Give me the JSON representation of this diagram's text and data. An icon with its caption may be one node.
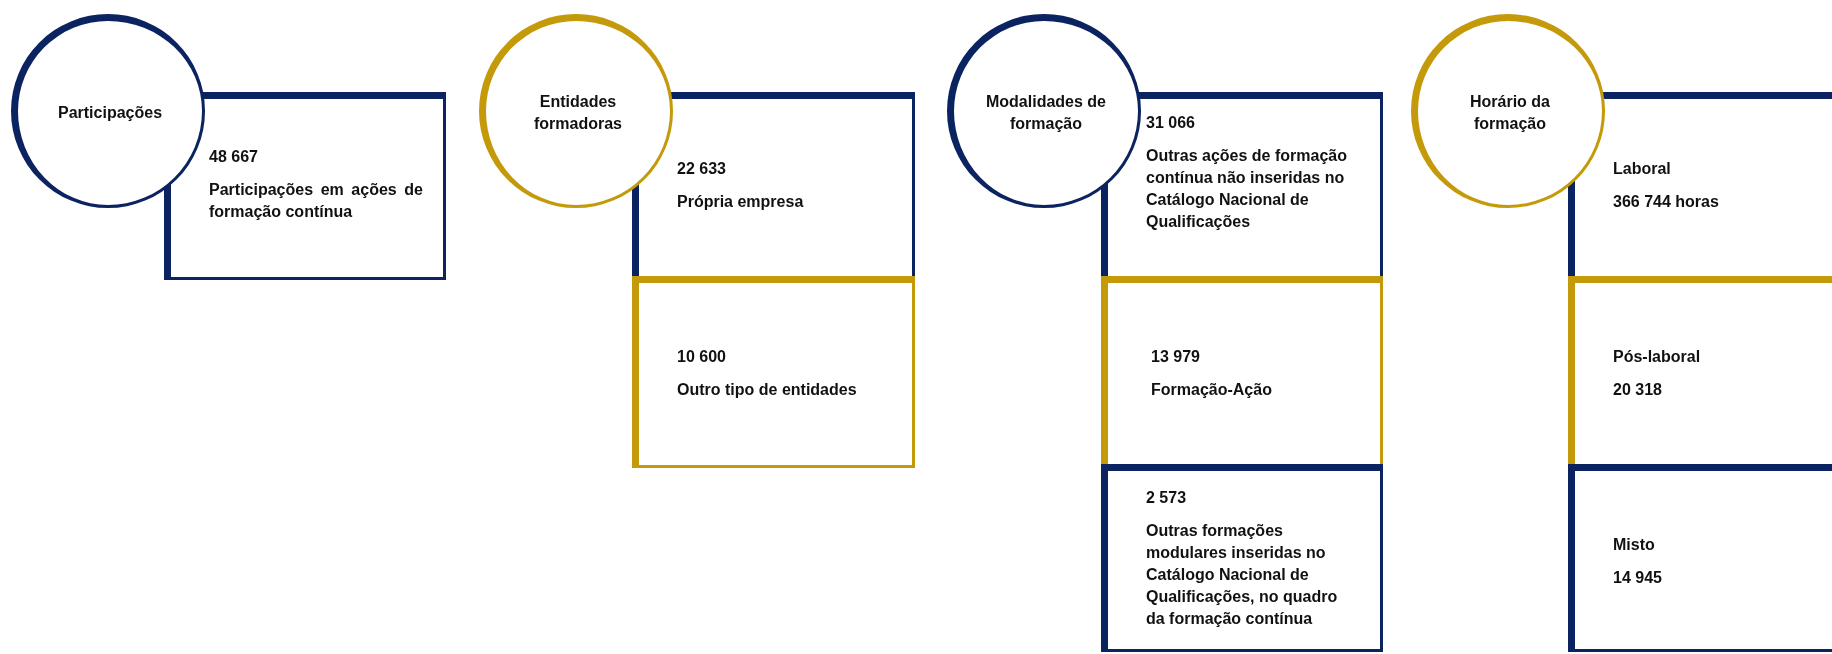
{
  "diagram": {
    "nodes": [
      {
        "text": [
          "Participações"
        ]
      },
      {
        "text": [
          "48 667",
          "Participações em ações de formação contínua"
        ]
      },
      {
        "text": [
          "Entidades formadoras"
        ]
      },
      {
        "text": [
          "22 633",
          "Própria empresa"
        ]
      },
      {
        "text": [
          "10 600",
          "Outro tipo de entidades"
        ]
      },
      {
        "text": [
          "Modalidades de formação"
        ]
      },
      {
        "text": [
          "31 066",
          "Outras ações de formação contínua não inseridas no Catálogo Nacional de Qualificações"
        ]
      },
      {
        "text": [
          "13 979",
          "Formação-Ação"
        ]
      },
      {
        "text": [
          "2 573",
          "Outras formações modulares inseridas no Catálogo Nacional de Qualificações, no quadro da formação contínua"
        ]
      },
      {
        "text": [
          "Horário da formação"
        ]
      },
      {
        "text": [
          "Laboral",
          "366 744 horas"
        ]
      },
      {
        "text": [
          "Pós-laboral",
          "20 318"
        ]
      },
      {
        "text": [
          "Misto",
          "14 945"
        ]
      }
    ]
  }
}
